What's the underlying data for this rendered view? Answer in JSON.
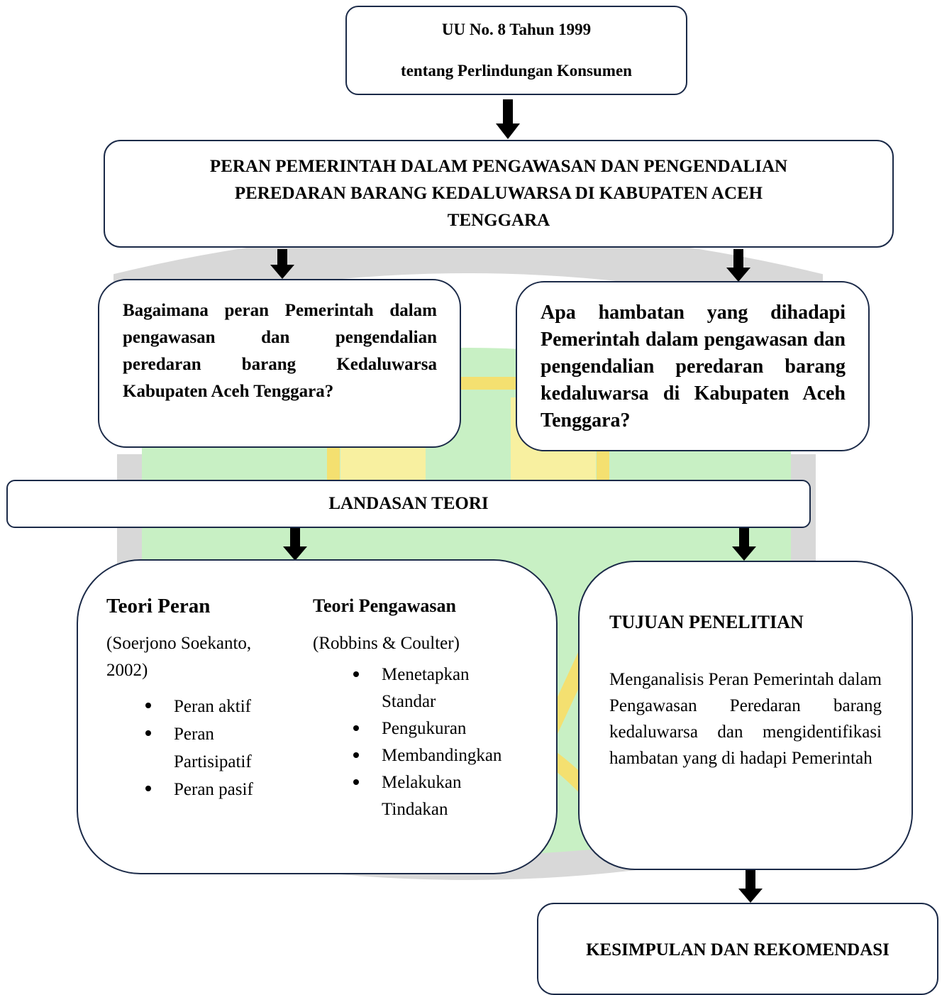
{
  "top_box": {
    "line1": "UU No. 8 Tahun 1999",
    "line2": "tentang Perlindungan Konsumen"
  },
  "main_title": {
    "line1": "PERAN PEMERINTAH DALAM PENGAWASAN DAN PENGENDALIAN",
    "line2": "PEREDARAN BARANG KEDALUWARSA DI KABUPATEN ACEH",
    "line3": "TENGGARA"
  },
  "question_left": "Bagaimana peran Pemerintah dalam pengawasan dan pengendalian peredaran barang Kedaluwarsa Kabupaten Aceh Tenggara?",
  "question_right": "Apa hambatan yang dihadapi Pemerintah dalam pengawasan dan pengendalian peredaran barang kedaluwarsa di Kabupaten Aceh Tenggara?",
  "landasan_teori": "LANDASAN TEORI",
  "teori_peran": {
    "title": "Teori Peran",
    "source": "(Soerjono Soekanto, 2002)",
    "items": [
      "Peran aktif",
      "Peran Partisipatif",
      "Peran pasif"
    ]
  },
  "teori_pengawasan": {
    "title": "Teori Pengawasan",
    "source": "(Robbins & Coulter)",
    "items": [
      "Menetapkan Standar",
      "Pengukuran",
      "Membandingkan",
      "Melakukan Tindakan"
    ]
  },
  "tujuan": {
    "title": "TUJUAN PENELITIAN",
    "body": "Menganalisis Peran Pemerintah dalam Pengawasan Peredaran barang kedaluwarsa dan mengidentifikasi hambatan yang di hadapi Pemerintah"
  },
  "kesimpulan": "KESIMPULAN DAN REKOMENDASI",
  "colors": {
    "border": "#1b2a48",
    "watermark_green": "#c8f0c4",
    "watermark_yellow": "#f8f0a0",
    "watermark_gray": "#d8d8d8"
  }
}
